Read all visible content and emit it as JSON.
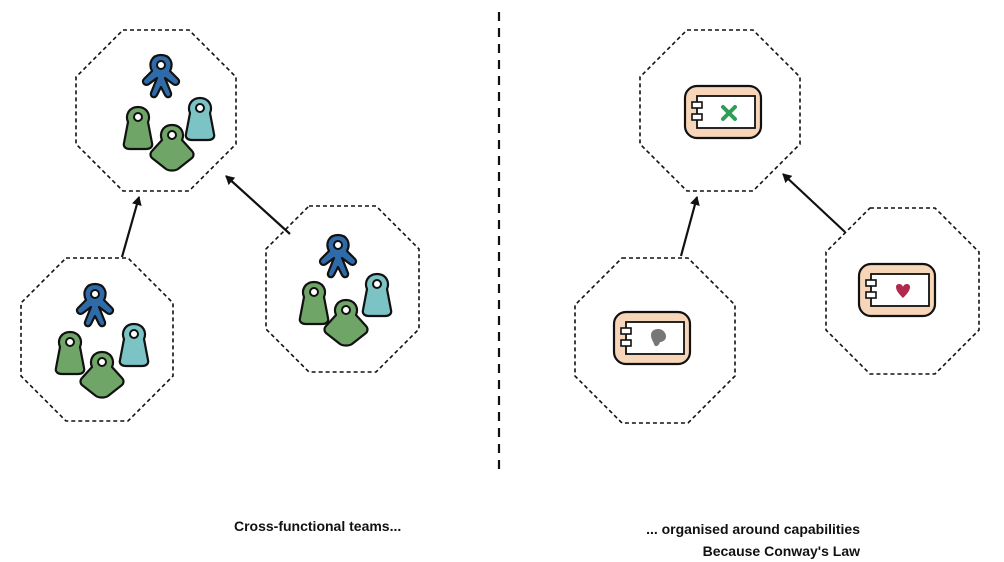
{
  "captions": {
    "left": "Cross-functional teams...",
    "right_line1": "... organised around capabilities",
    "right_line2": "Because Conway's Law"
  },
  "colors": {
    "person_dark_blue": "#2f6ba8",
    "person_green": "#6fa567",
    "person_teal": "#7cc3c6",
    "component_fill": "#f7d5b8",
    "icon_green": "#2e9e57",
    "icon_gray": "#777777",
    "icon_red": "#b02a4f"
  },
  "icons": {
    "top_right_component": "x-mark-icon",
    "bottom_left_component": "blob-icon",
    "bottom_right_component": "heart-icon"
  }
}
